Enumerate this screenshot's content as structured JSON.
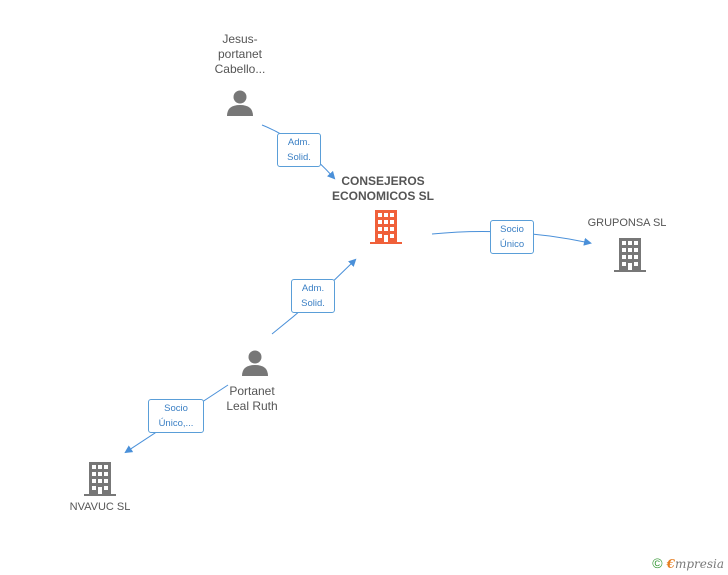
{
  "colors": {
    "edge": "#4a90d9",
    "person": "#777777",
    "company": "#777777",
    "main_company": "#f0603a"
  },
  "nodes": {
    "jesus": {
      "label": "Jesus-\nportanet\nCabello...",
      "kind": "person"
    },
    "consejeros": {
      "label": "CONSEJEROS\nECONOMICOS SL",
      "kind": "main-company"
    },
    "gruponsa": {
      "label": "GRUPONSA SL",
      "kind": "company"
    },
    "portanet": {
      "label": "Portanet\nLeal Ruth",
      "kind": "person"
    },
    "nvavuc": {
      "label": "NVAVUC SL",
      "kind": "company"
    }
  },
  "edges": {
    "jesus_consejeros": {
      "label": "Adm.\nSolid."
    },
    "portanet_consejeros": {
      "label": "Adm.\nSolid."
    },
    "consejeros_gruponsa": {
      "label": "Socio\nÚnico"
    },
    "portanet_nvavuc": {
      "label": "Socio\nÚnico,..."
    }
  },
  "footer": {
    "copyright": "©",
    "brand_e": "€",
    "brand_rest": "mpresia"
  }
}
